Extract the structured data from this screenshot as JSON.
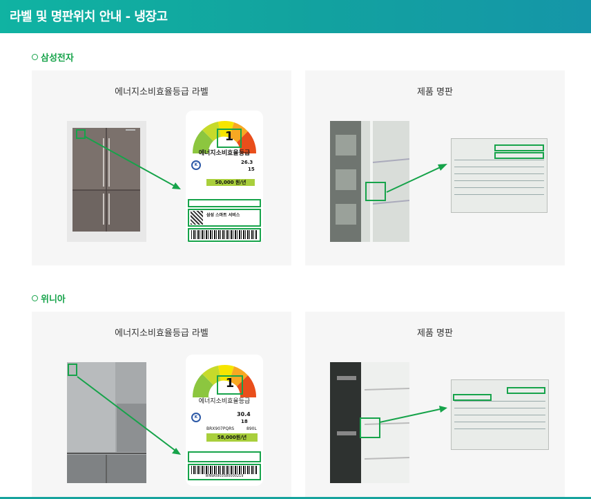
{
  "header": {
    "title": "라벨 및 명판위치 안내 - 냉장고"
  },
  "sections": [
    {
      "brand": "삼성전자",
      "label_panel": {
        "title": "에너지소비효율등급 라벨",
        "label": {
          "grade": "1",
          "heading": "에너지소비효율등급",
          "value1": "26.3",
          "value2": "15",
          "cost": "50,000 원/년",
          "service": "삼성 스마트 서비스"
        }
      },
      "nameplate_panel": {
        "title": "제품 명판"
      }
    },
    {
      "brand": "위니아",
      "label_panel": {
        "title": "에너지소비효율등급 라벨",
        "label": {
          "grade": "1",
          "heading": "에너지소비효율등급",
          "value1": "30.4",
          "value2": "18",
          "model": "BRX907PQRS",
          "capacity": "890L",
          "cost": "58,000원/년",
          "barcode_number": "WNW0903580000219"
        }
      },
      "nameplate_panel": {
        "title": "제품 명판"
      }
    }
  ],
  "colors": {
    "header": "#12a39f",
    "brand": "#16a34a",
    "highlight": "#16a34a"
  }
}
